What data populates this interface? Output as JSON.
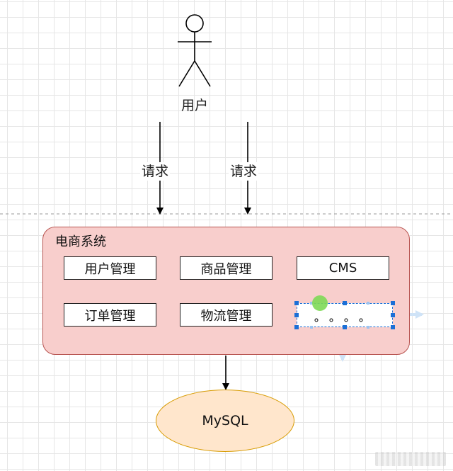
{
  "actor": {
    "label": "用户"
  },
  "edges": {
    "request_label_1": "请求",
    "request_label_2": "请求"
  },
  "system": {
    "title": "电商系统",
    "modules": {
      "user_management": "用户管理",
      "product_management": "商品管理",
      "cms": "CMS",
      "order_management": "订单管理",
      "logistics_management": "物流管理"
    }
  },
  "database": {
    "label": "MySQL"
  },
  "colors": {
    "system_fill": "#f8cecc",
    "system_stroke": "#b85450",
    "database_fill": "#ffe6cc",
    "database_stroke": "#d79b00",
    "selection": "#1b6fd6",
    "rotate_handle": "#7ed957"
  }
}
